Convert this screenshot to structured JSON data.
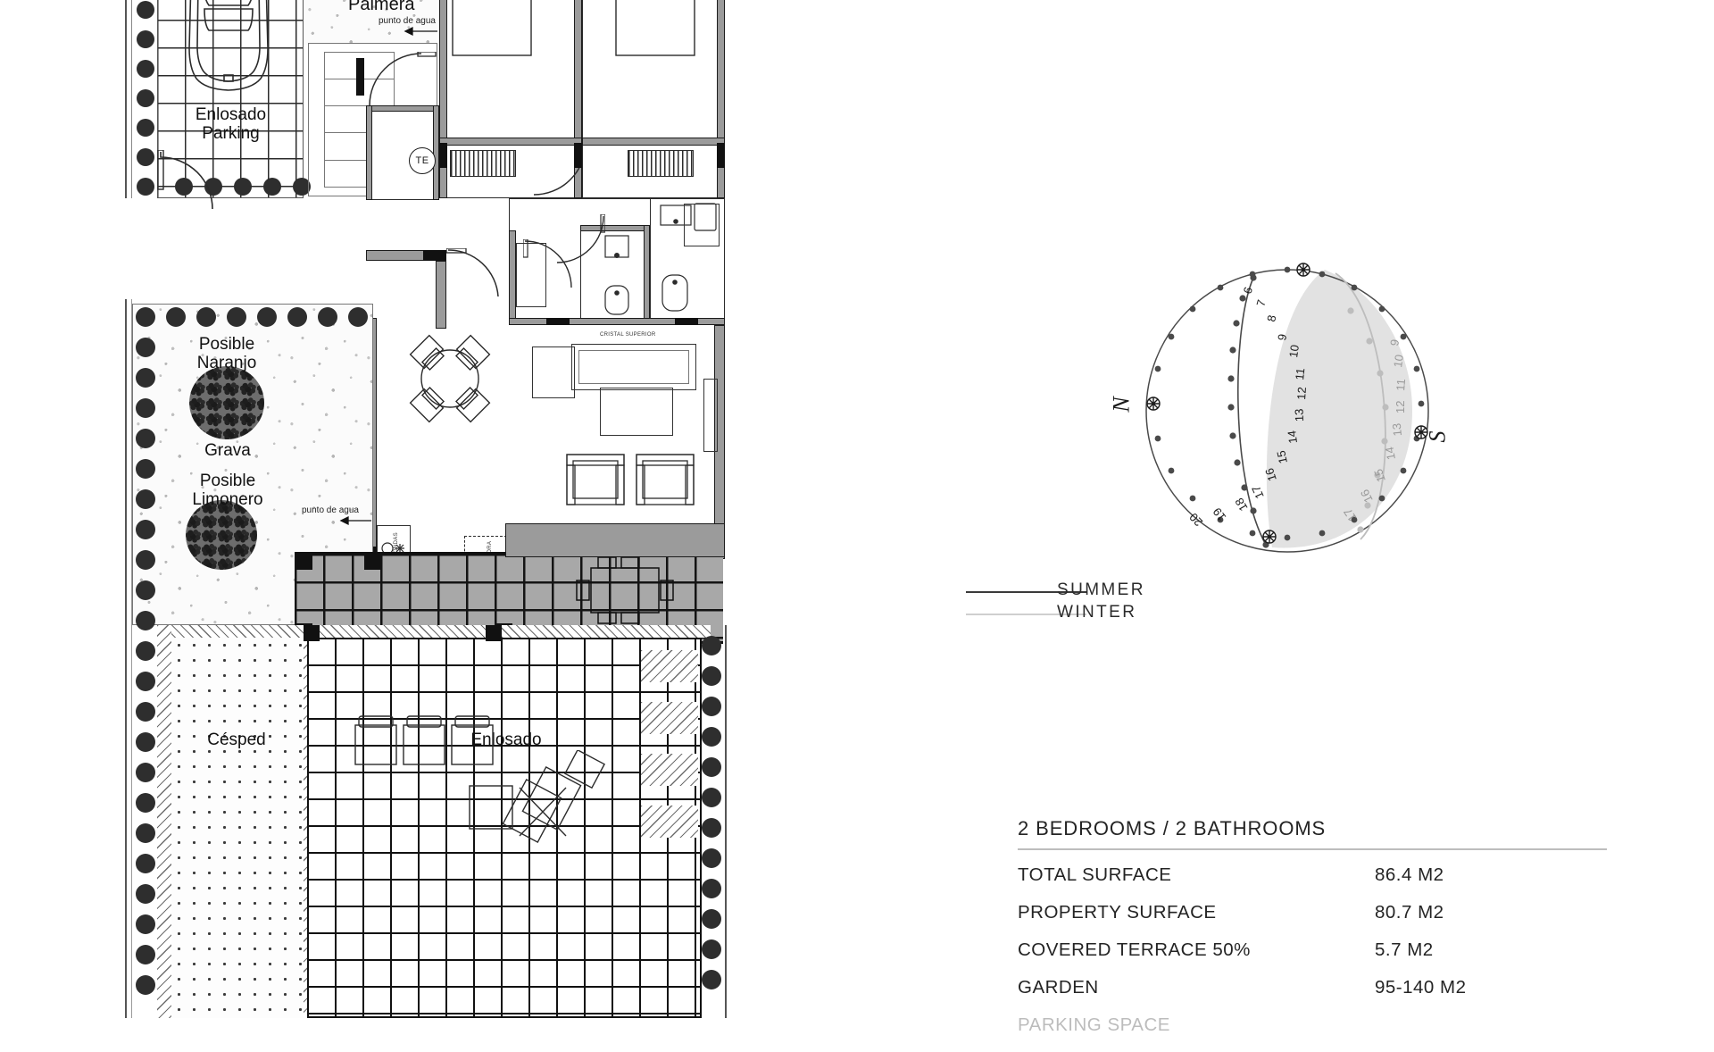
{
  "document": {
    "type": "architectural-floor-plan",
    "language": "es/en"
  },
  "plan_labels": {
    "parking": "Enlosado\nParking",
    "parking_line1": "Enlosado",
    "parking_line2": "Parking",
    "palmera": "Palmera",
    "posible_naranjo_line1": "Posible",
    "posible_naranjo_line2": "Naranjo",
    "grava": "Grava",
    "posible_limonero_line1": "Posible",
    "posible_limonero_line2": "Limonero",
    "cesped": "Césped",
    "enlosado_terrace": "Enlosado",
    "punto_agua_1": "punto de agua",
    "punto_agua_2": "punto de agua",
    "te_marker": "TE",
    "cristal_superior": "CRISTAL SUPERIOR",
    "lavadora": "LAVADORA",
    "columna_horno": "COLUMNA HORNO MICROONDAS"
  },
  "sun_diagram": {
    "north_label": "N",
    "south_label": "S",
    "summer_hours": [
      "6",
      "7",
      "8",
      "9",
      "10",
      "11",
      "12",
      "13",
      "14",
      "15",
      "16",
      "17",
      "18",
      "19",
      "20"
    ],
    "winter_hours": [
      "9",
      "10",
      "11",
      "12",
      "13",
      "14",
      "15",
      "16",
      "17"
    ],
    "legend": [
      {
        "label": "SUMMER",
        "color": "#3a3a3a"
      },
      {
        "label": "WINTER",
        "color": "#cfcfcf"
      }
    ]
  },
  "specifications": {
    "title": "2 BEDROOMS / 2 BATHROOMS",
    "rows": [
      {
        "key": "TOTAL SURFACE",
        "value": "86.4 M2"
      },
      {
        "key": "PROPERTY SURFACE",
        "value": "80.7 M2"
      },
      {
        "key": "COVERED TERRACE  50%",
        "value": "5.7 M2"
      },
      {
        "key": "GARDEN",
        "value": "95-140 M2"
      },
      {
        "key": "PARKING SPACE",
        "value": ""
      }
    ]
  },
  "colors": {
    "ink": "#1b1b1b",
    "wall_fill": "#9b9b9b",
    "tile_grey": "#a8a8a8",
    "summer": "#3a3a3a",
    "winter": "#cfcfcf",
    "shade_fill": "#e2e2e2"
  }
}
